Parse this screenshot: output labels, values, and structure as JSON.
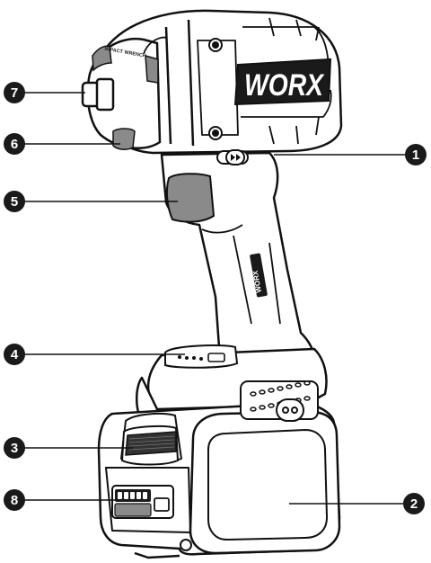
{
  "diagram": {
    "brand_label": "WORX",
    "collar_label": "IMPACT WRENCH",
    "handle_label": "WORX",
    "callouts": [
      {
        "id": "1",
        "label": "1"
      },
      {
        "id": "2",
        "label": "2"
      },
      {
        "id": "3",
        "label": "3"
      },
      {
        "id": "4",
        "label": "4"
      },
      {
        "id": "5",
        "label": "5"
      },
      {
        "id": "6",
        "label": "6"
      },
      {
        "id": "7",
        "label": "7"
      },
      {
        "id": "8",
        "label": "8"
      }
    ]
  },
  "colors": {
    "outline": "#111111",
    "callout_fill": "#1a1a1a",
    "trigger_gray": "#8a8a8a",
    "light_gray": "#d9d9d9",
    "brand_fill": "#ffffff"
  }
}
